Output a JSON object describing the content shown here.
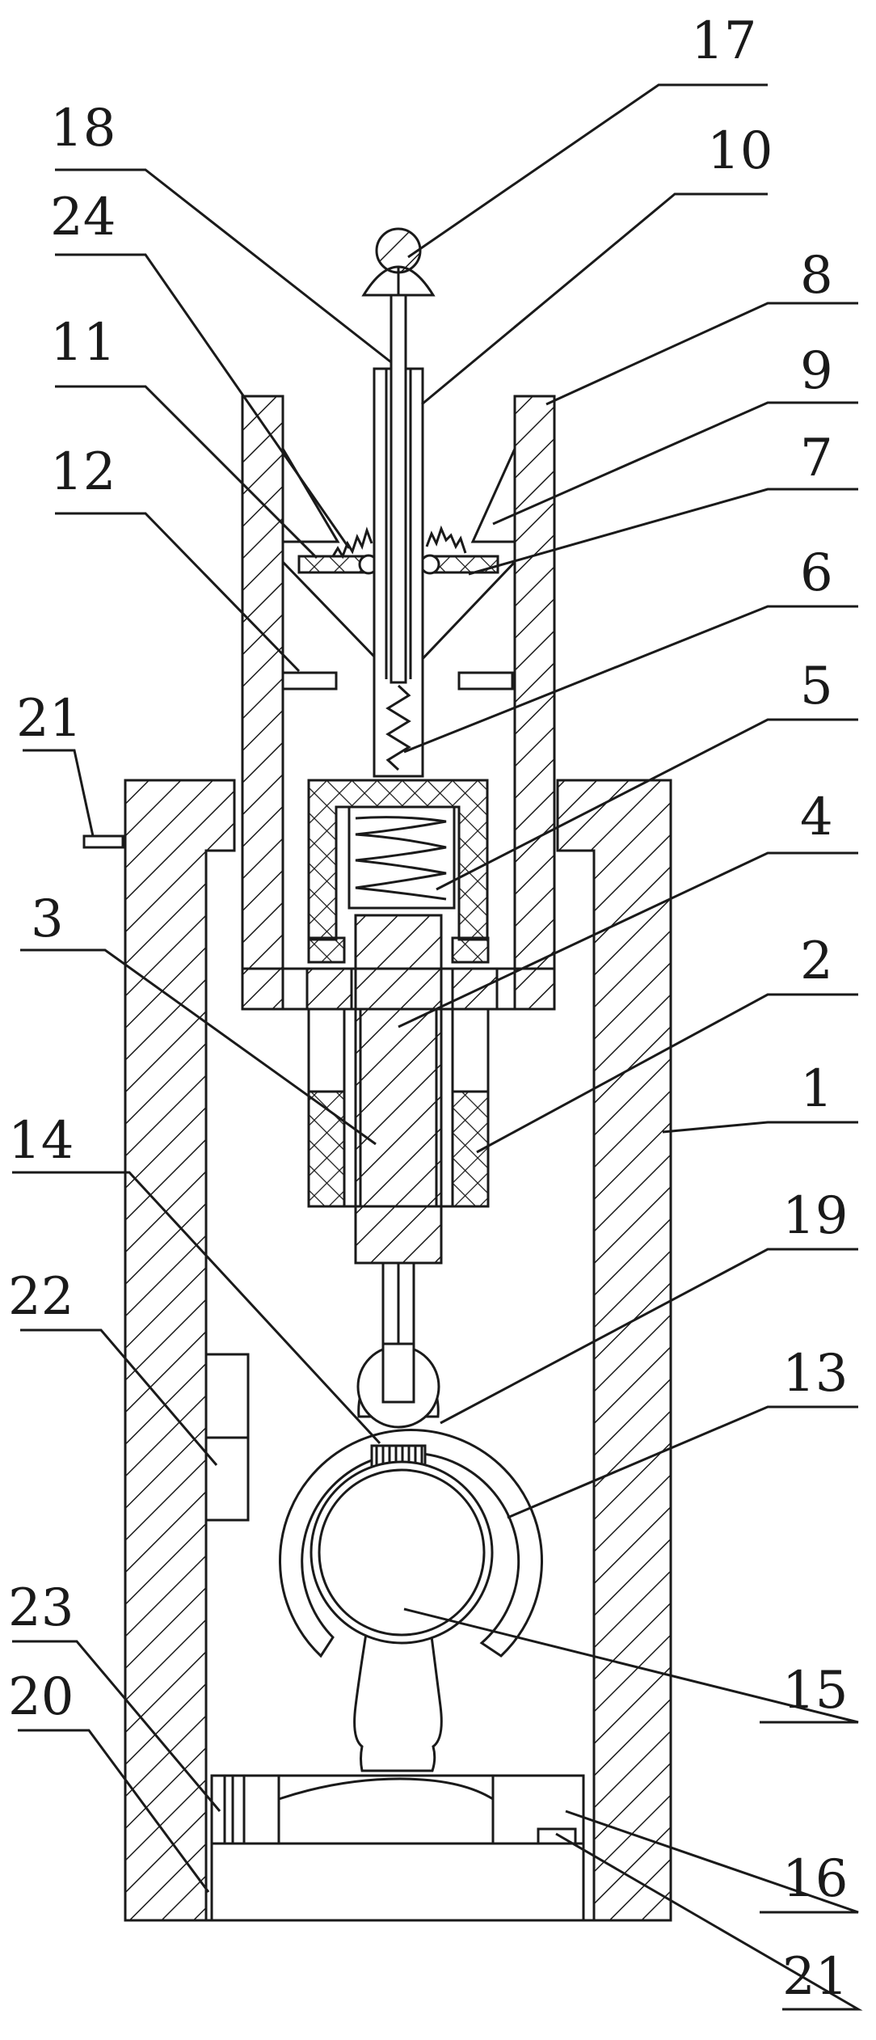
{
  "labels": {
    "l17": "17",
    "l18": "18",
    "l10": "10",
    "l24": "24",
    "l8": "8",
    "l11": "11",
    "l9": "9",
    "l12": "12",
    "l7": "7",
    "l6": "6",
    "l21a": "21",
    "l5": "5",
    "l4": "4",
    "l3": "3",
    "l2": "2",
    "l1": "1",
    "l14": "14",
    "l19": "19",
    "l22": "22",
    "l13": "13",
    "l23": "23",
    "l15": "15",
    "l20": "20",
    "l16": "16",
    "l21b": "21"
  }
}
